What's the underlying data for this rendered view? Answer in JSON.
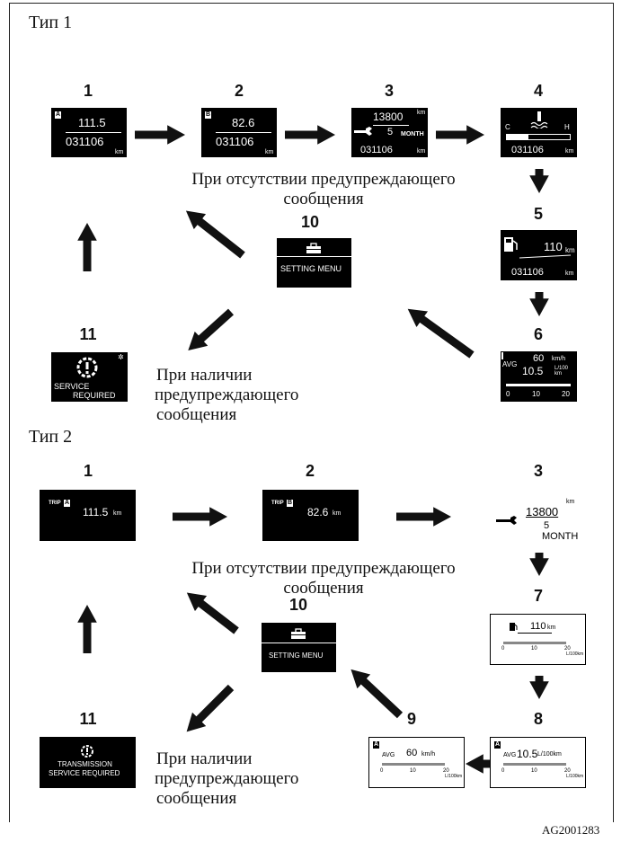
{
  "type1": {
    "heading": "Тип 1",
    "nums": [
      "1",
      "2",
      "3",
      "4",
      "5",
      "6",
      "10",
      "11"
    ],
    "caption_no_warning": [
      "При отсутствии предупреждающего",
      "сообщения"
    ],
    "caption_warning": [
      "При наличии",
      "предупреждающего",
      "сообщения"
    ],
    "s1": {
      "badge": "A",
      "value": "111.5",
      "odo": "031106",
      "unit": "km"
    },
    "s2": {
      "badge": "B",
      "value": "82.6",
      "odo": "031106",
      "unit": "km"
    },
    "s3": {
      "dist": "13800",
      "unit": "km",
      "months": "5",
      "months_unit": "MONTH",
      "odo": "031106",
      "odo_unit": "km"
    },
    "s4": {
      "c": "C",
      "h": "H",
      "odo": "031106",
      "unit": "km"
    },
    "s5": {
      "range": "110",
      "unit": "km",
      "odo": "031106",
      "odo_unit": "km"
    },
    "s6": {
      "speed": "60",
      "speed_unit": "km/h",
      "avg": "AVG",
      "cons": "10.5",
      "cons_unit": "L/100 km",
      "ticks": [
        "0",
        "10",
        "20"
      ]
    },
    "s10": {
      "label": "SETTING MENU"
    },
    "s11": {
      "line1": "SERVICE",
      "line2": "REQUIRED"
    }
  },
  "type2": {
    "heading": "Тип 2",
    "nums": [
      "1",
      "2",
      "3",
      "7",
      "8",
      "9",
      "10",
      "11"
    ],
    "caption_no_warning": [
      "При отсутствии предупреждающего",
      "сообщения"
    ],
    "caption_warning": [
      "При наличии",
      "предупреждающего",
      "сообщения"
    ],
    "s1": {
      "trip": "TRIP",
      "badge": "A",
      "value": "111.5",
      "unit": "km"
    },
    "s2": {
      "trip": "TRIP",
      "badge": "B",
      "value": "82.6",
      "unit": "km"
    },
    "s3": {
      "dist": "13800",
      "unit": "km",
      "months": "5",
      "months_unit": "MONTH"
    },
    "s7": {
      "range": "110",
      "unit": "km",
      "ticks": [
        "0",
        "10",
        "20"
      ],
      "axis_unit": "L/100km"
    },
    "s8": {
      "badge": "A",
      "avg": "AVG",
      "cons": "10.5",
      "unit": "L/100km",
      "ticks": [
        "0",
        "10",
        "20"
      ],
      "axis_unit": "L/100km"
    },
    "s9": {
      "badge": "A",
      "avg": "AVG",
      "speed": "60",
      "unit": "km/h",
      "ticks": [
        "0",
        "10",
        "20"
      ],
      "axis_unit": "L/100km"
    },
    "s10": {
      "label": "SETTING MENU"
    },
    "s11": {
      "line1": "TRANSMISSION",
      "line2": "SERVICE REQUIRED"
    }
  },
  "figure_code": "AG2001283"
}
